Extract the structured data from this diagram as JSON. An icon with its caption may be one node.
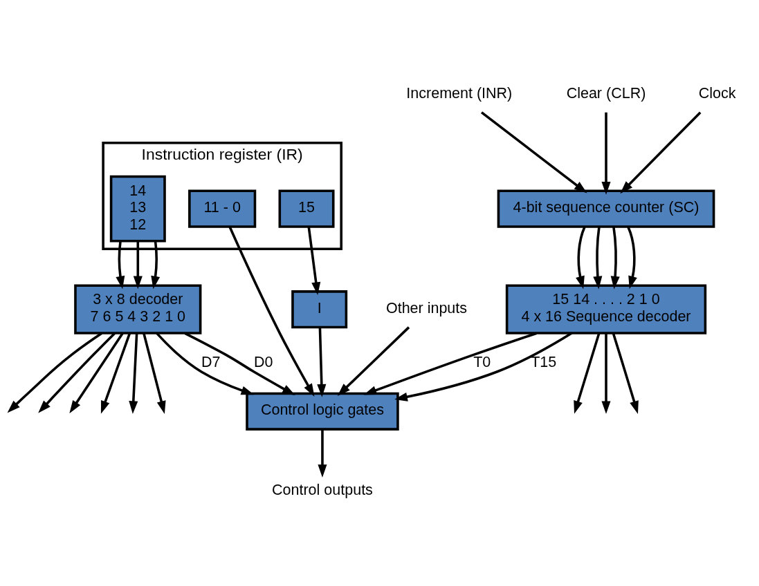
{
  "diagram": {
    "nodes": [
      {
        "text": [
          "Instruction register (IR)"
        ]
      },
      {
        "text": [
          "15"
        ],
        "in": 0
      },
      {
        "text": [
          "14",
          "13",
          "12"
        ],
        "in": 0
      },
      {
        "text": [
          "11 - 0"
        ],
        "in": 0
      },
      {
        "text": [
          "3 x 8 decoder",
          "7 6 5 4 3 2 1 0"
        ]
      },
      {
        "text": [
          "I"
        ]
      },
      {
        "text": [
          "Control logic gates"
        ]
      },
      {
        "text": [
          "Other inputs"
        ]
      },
      {
        "text": [
          "Control outputs"
        ]
      },
      {
        "text": [
          "15 14 . . . . 2 1 0",
          "4 x 16 Sequence decoder"
        ]
      },
      {
        "text": [
          "4-bit sequence counter (SC)"
        ]
      },
      {
        "text": [
          "Increment (INR)"
        ]
      },
      {
        "text": [
          "Clear (CLR)"
        ]
      },
      {
        "text": [
          "Clock"
        ]
      }
    ],
    "edges": [
      {
        "from": 2,
        "to": 4,
        "arrow": "to"
      },
      {
        "from": 2,
        "to": 4,
        "arrow": "to"
      },
      {
        "from": 2,
        "to": 4,
        "arrow": "to"
      },
      {
        "from": 1,
        "to": 5,
        "arrow": "to"
      },
      {
        "from": 3,
        "to": 6,
        "arrow": "to"
      },
      {
        "from": 7,
        "to": 6,
        "arrow": "to"
      },
      {
        "from": 4,
        "to": null,
        "arrow": "to"
      },
      {
        "from": 4,
        "to": null,
        "arrow": "to"
      },
      {
        "from": 4,
        "to": null,
        "arrow": "to"
      },
      {
        "from": 4,
        "to": null,
        "arrow": "to"
      },
      {
        "from": 4,
        "to": null,
        "arrow": "to"
      },
      {
        "from": 4,
        "to": null,
        "arrow": "to"
      },
      {
        "from": 4,
        "to": 6,
        "arrow": "to",
        "label": "D0"
      },
      {
        "from": 4,
        "to": 6,
        "arrow": "to",
        "label": "D7"
      },
      {
        "from": 5,
        "to": 6,
        "arrow": "to"
      },
      {
        "from": 9,
        "to": 6,
        "arrow": "to",
        "label": "T15"
      },
      {
        "from": 9,
        "to": 6,
        "arrow": "to",
        "label": "T0"
      },
      {
        "from": 9,
        "to": null,
        "arrow": "to"
      },
      {
        "from": 9,
        "to": null,
        "arrow": "to"
      },
      {
        "from": 9,
        "to": null,
        "arrow": "to"
      },
      {
        "from": 6,
        "to": 8,
        "arrow": "to"
      },
      {
        "from": 10,
        "to": 9,
        "arrow": "to"
      },
      {
        "from": 10,
        "to": 9,
        "arrow": "to"
      },
      {
        "from": 10,
        "to": 9,
        "arrow": "to"
      },
      {
        "from": 10,
        "to": 9,
        "arrow": "to"
      },
      {
        "from": 11,
        "to": 10,
        "arrow": "to"
      },
      {
        "from": 12,
        "to": 10,
        "arrow": "to"
      },
      {
        "from": 13,
        "to": 10,
        "arrow": "to"
      }
    ]
  }
}
